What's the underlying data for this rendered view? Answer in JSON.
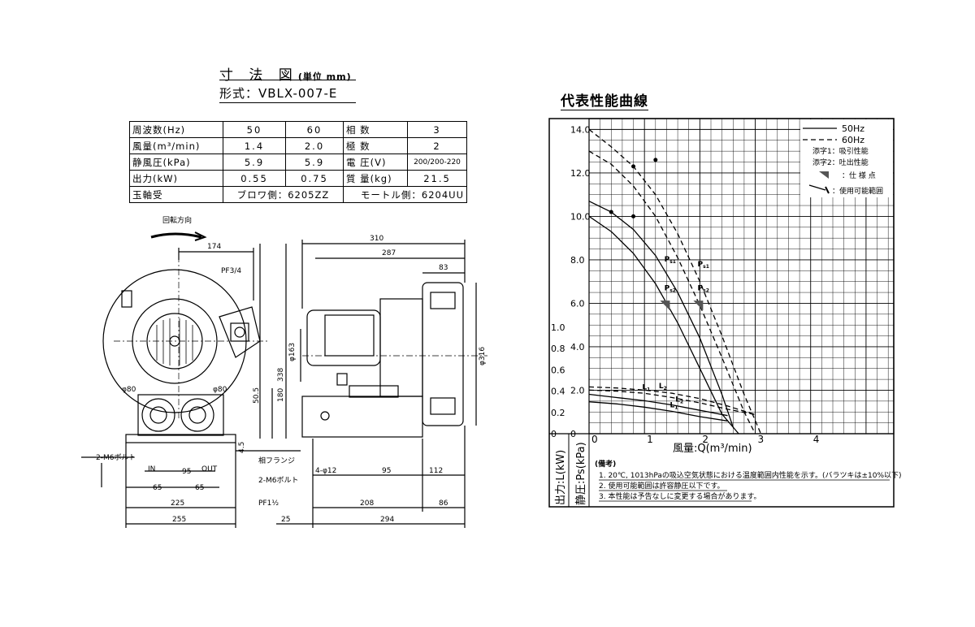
{
  "header": {
    "title": "寸 法 図",
    "unit": "(単位 mm)",
    "model": "形式：VBLX-007-E",
    "curve_title": "代表性能曲線"
  },
  "spec": {
    "r1": [
      "周波数(Hz)",
      "50",
      "60",
      "相 数",
      "3"
    ],
    "r2": [
      "風量(m³/min)",
      "1.4",
      "2.0",
      "極 数",
      "2"
    ],
    "r3": [
      "静風圧(kPa)",
      "5.9",
      "5.9",
      "電 圧(V)",
      "200/200-220"
    ],
    "r4": [
      "出力(kW)",
      "0.55",
      "0.75",
      "質 量(kg)",
      "21.5"
    ],
    "r5": [
      "玉軸受",
      "ブロワ側：6205ZZ",
      "モートル側：6204UU"
    ]
  },
  "drawing": {
    "rotation": "回転方向",
    "d174": "174",
    "pf34": "PF3/4",
    "d310": "310",
    "d287": "287",
    "d83": "83",
    "d163": "φ163",
    "d316": "φ316",
    "d338": "338",
    "d180": "180",
    "d505": "50.5",
    "d80a": "φ80",
    "d80b": "φ80",
    "d45": "4.5",
    "m6a": "2-M6ボルト",
    "in": "IN",
    "d95a": "95",
    "out": "OUT",
    "flange": "相フランジ",
    "m6b": "2-M6ボルト",
    "d65a": "65",
    "d65b": "65",
    "pf112": "PF1½",
    "d225": "225",
    "d255": "255",
    "d25": "25",
    "d412": "4-φ12",
    "d95b": "95",
    "d112": "112",
    "d208": "208",
    "d86": "86",
    "d294": "294"
  },
  "chart_data": {
    "type": "line",
    "x": {
      "label": "風量:Q(m³/min)",
      "ticks": [
        "0",
        "1",
        "2",
        "3",
        "4"
      ],
      "lim": [
        0,
        5.5
      ]
    },
    "y_pressure": {
      "label": "静圧:Ps(kPa)",
      "ticks": [
        "0",
        "2.0",
        "4.0",
        "6.0",
        "8.0",
        "10.0",
        "12.0",
        "14.0"
      ],
      "lim": [
        0,
        14.5
      ]
    },
    "y_power": {
      "label": "出力:L(kW)",
      "ticks": [
        "0",
        "0.2",
        "0.4",
        "0.6",
        "0.8",
        "1.0"
      ],
      "lim": [
        0,
        1.0
      ]
    },
    "legend": {
      "hz50": "50Hz",
      "hz60": "60Hz",
      "sub1": "添字1：吸引性能",
      "sub2": "添字2：吐出性能",
      "spec_point": "：仕 様 点",
      "range": "：使用可能範囲"
    },
    "series": [
      {
        "name": "Ps1",
        "hz": "50",
        "x": [
          0,
          0.4,
          0.8,
          1.2,
          1.6,
          2.0,
          2.4,
          2.6
        ],
        "y": [
          10.7,
          10.2,
          9.4,
          8.2,
          6.5,
          4.4,
          1.8,
          0.3
        ]
      },
      {
        "name": "Ps2",
        "hz": "50",
        "x": [
          0,
          0.4,
          0.8,
          1.2,
          1.6,
          2.0,
          2.4,
          2.7
        ],
        "y": [
          10.0,
          9.3,
          8.3,
          6.9,
          5.1,
          3.0,
          0.9,
          0
        ]
      },
      {
        "name": "Ps1",
        "hz": "60",
        "x": [
          0,
          0.4,
          0.8,
          1.2,
          1.6,
          2.0,
          2.4,
          2.8,
          3.1
        ],
        "y": [
          14.0,
          13.2,
          12.3,
          11.0,
          9.2,
          7.0,
          4.5,
          1.8,
          0
        ]
      },
      {
        "name": "Ps2",
        "hz": "60",
        "x": [
          0,
          0.4,
          0.8,
          1.2,
          1.6,
          2.0,
          2.4,
          2.8,
          3.0
        ],
        "y": [
          13.0,
          12.4,
          11.4,
          10.0,
          8.1,
          5.9,
          3.5,
          1.0,
          0
        ]
      },
      {
        "name": "L1",
        "hz": "50",
        "x": [
          0,
          0.5,
          1.0,
          1.5,
          2.0,
          2.5
        ],
        "y": [
          0.3,
          0.28,
          0.25,
          0.21,
          0.16,
          0.12
        ]
      },
      {
        "name": "L2",
        "hz": "50",
        "x": [
          0,
          0.5,
          1.0,
          1.5,
          2.0,
          2.5
        ],
        "y": [
          0.37,
          0.34,
          0.31,
          0.27,
          0.22,
          0.17
        ]
      },
      {
        "name": "L1",
        "hz": "60",
        "x": [
          0,
          0.5,
          1.0,
          1.5,
          2.0,
          2.5,
          3.0
        ],
        "y": [
          0.41,
          0.4,
          0.38,
          0.34,
          0.29,
          0.23,
          0.18
        ]
      },
      {
        "name": "L2",
        "hz": "60",
        "x": [
          0,
          0.5,
          1.0,
          1.5,
          2.0,
          2.5,
          3.0
        ],
        "y": [
          0.44,
          0.43,
          0.41,
          0.38,
          0.33,
          0.26,
          0.18
        ]
      }
    ],
    "spec_points": [
      {
        "x": 1.4,
        "y": 5.9,
        "hz": "50"
      },
      {
        "x": 2.0,
        "y": 5.9,
        "hz": "60"
      }
    ],
    "notes_title": "(備考)",
    "notes": [
      "1. 20℃, 1013hPaの吸込空気状態における温度範囲内性能を示す。(バラツキは±10%以下)",
      "2. 使用可能範囲は許容静圧以下です。",
      "3. 本性能は予告なしに変更する場合があります。"
    ]
  }
}
